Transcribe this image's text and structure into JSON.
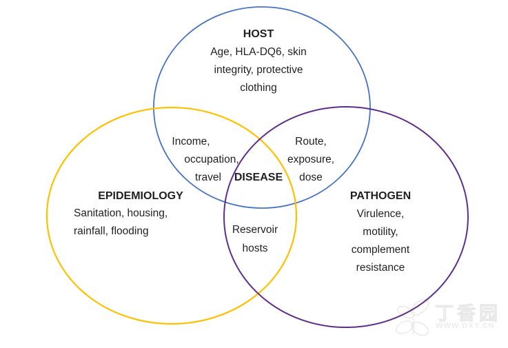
{
  "venn": {
    "center": {
      "title": "DISEASE"
    },
    "host": {
      "title": "HOST",
      "color": "#4472C4",
      "lines": [
        "Age, HLA-DQ6, skin",
        "integrity, protective",
        "clothing"
      ]
    },
    "epidemiology": {
      "title": "EPIDEMIOLOGY",
      "color": "#FFC000",
      "lines": [
        "Sanitation, housing,",
        "rainfall, flooding"
      ]
    },
    "pathogen": {
      "title": "PATHOGEN",
      "color": "#5F2B8C",
      "lines": [
        "Virulence,",
        "motility,",
        "complement",
        "resistance"
      ]
    },
    "host_epidemiology": {
      "lines": [
        "Income,",
        "occupation,",
        "travel"
      ]
    },
    "host_pathogen": {
      "lines": [
        "Route,",
        "exposure,",
        "dose"
      ]
    },
    "epidemiology_pathogen": {
      "lines": [
        "Reservoir",
        "hosts"
      ]
    }
  },
  "watermark": {
    "brand": "丁香园",
    "url": "WWW.DXY.CN",
    "color": "#ececec"
  }
}
